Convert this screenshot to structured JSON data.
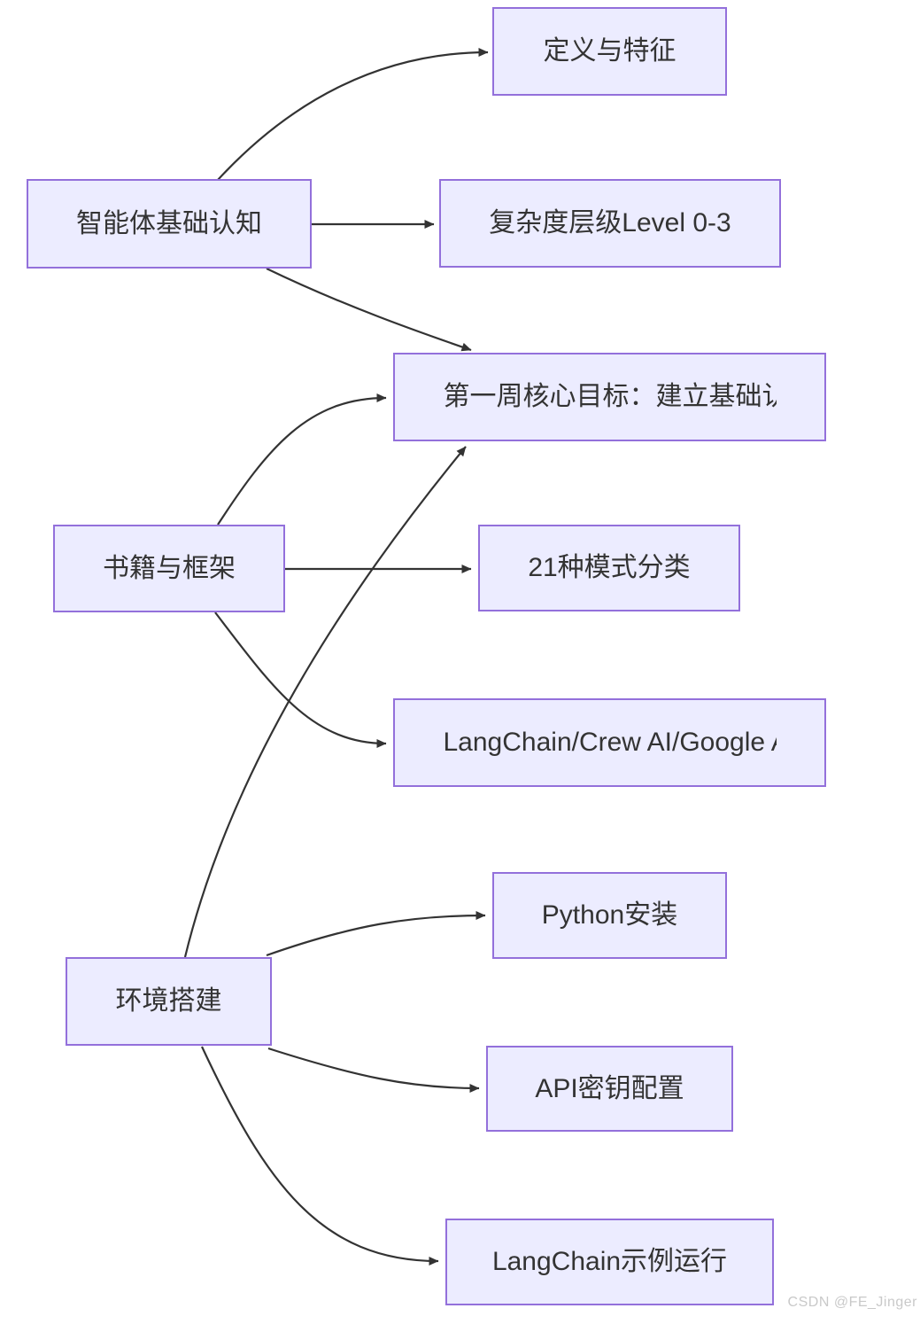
{
  "diagram": {
    "type": "flowchart",
    "direction": "LR",
    "colors": {
      "background": "#ffffff",
      "node_fill": "#ECECFF",
      "node_border": "#9370DB",
      "edge_color": "#333333",
      "text_color": "#333333"
    },
    "nodes": [
      {
        "id": "A",
        "label": "智能体基础认知"
      },
      {
        "id": "B",
        "label": "定义与特征"
      },
      {
        "id": "C",
        "label": "复杂度层级Level 0-3"
      },
      {
        "id": "D",
        "label": "第一周核心目标：建立基础认知",
        "clipped": true
      },
      {
        "id": "E",
        "label": "书籍与框架"
      },
      {
        "id": "F",
        "label": "21种模式分类"
      },
      {
        "id": "G",
        "label": "LangChain/Crew AI/Google ADK",
        "clipped": true
      },
      {
        "id": "H",
        "label": "Python安装"
      },
      {
        "id": "I",
        "label": "环境搭建"
      },
      {
        "id": "J",
        "label": "API密钥配置"
      },
      {
        "id": "K",
        "label": "LangChain示例运行"
      }
    ],
    "edges": [
      {
        "from": "智能体基础认知",
        "to": "定义与特征"
      },
      {
        "from": "智能体基础认知",
        "to": "复杂度层级Level 0-3"
      },
      {
        "from": "智能体基础认知",
        "to": "第一周核心目标：建立基础认知"
      },
      {
        "from": "书籍与框架",
        "to": "第一周核心目标：建立基础认知"
      },
      {
        "from": "书籍与框架",
        "to": "21种模式分类"
      },
      {
        "from": "书籍与框架",
        "to": "LangChain/Crew AI/Google ADK"
      },
      {
        "from": "环境搭建",
        "to": "第一周核心目标：建立基础认知"
      },
      {
        "from": "环境搭建",
        "to": "Python安装"
      },
      {
        "from": "环境搭建",
        "to": "API密钥配置"
      },
      {
        "from": "环境搭建",
        "to": "LangChain示例运行"
      }
    ]
  },
  "watermark": {
    "text": "CSDN @FE_Jinger",
    "color": "#c9c9c9"
  }
}
